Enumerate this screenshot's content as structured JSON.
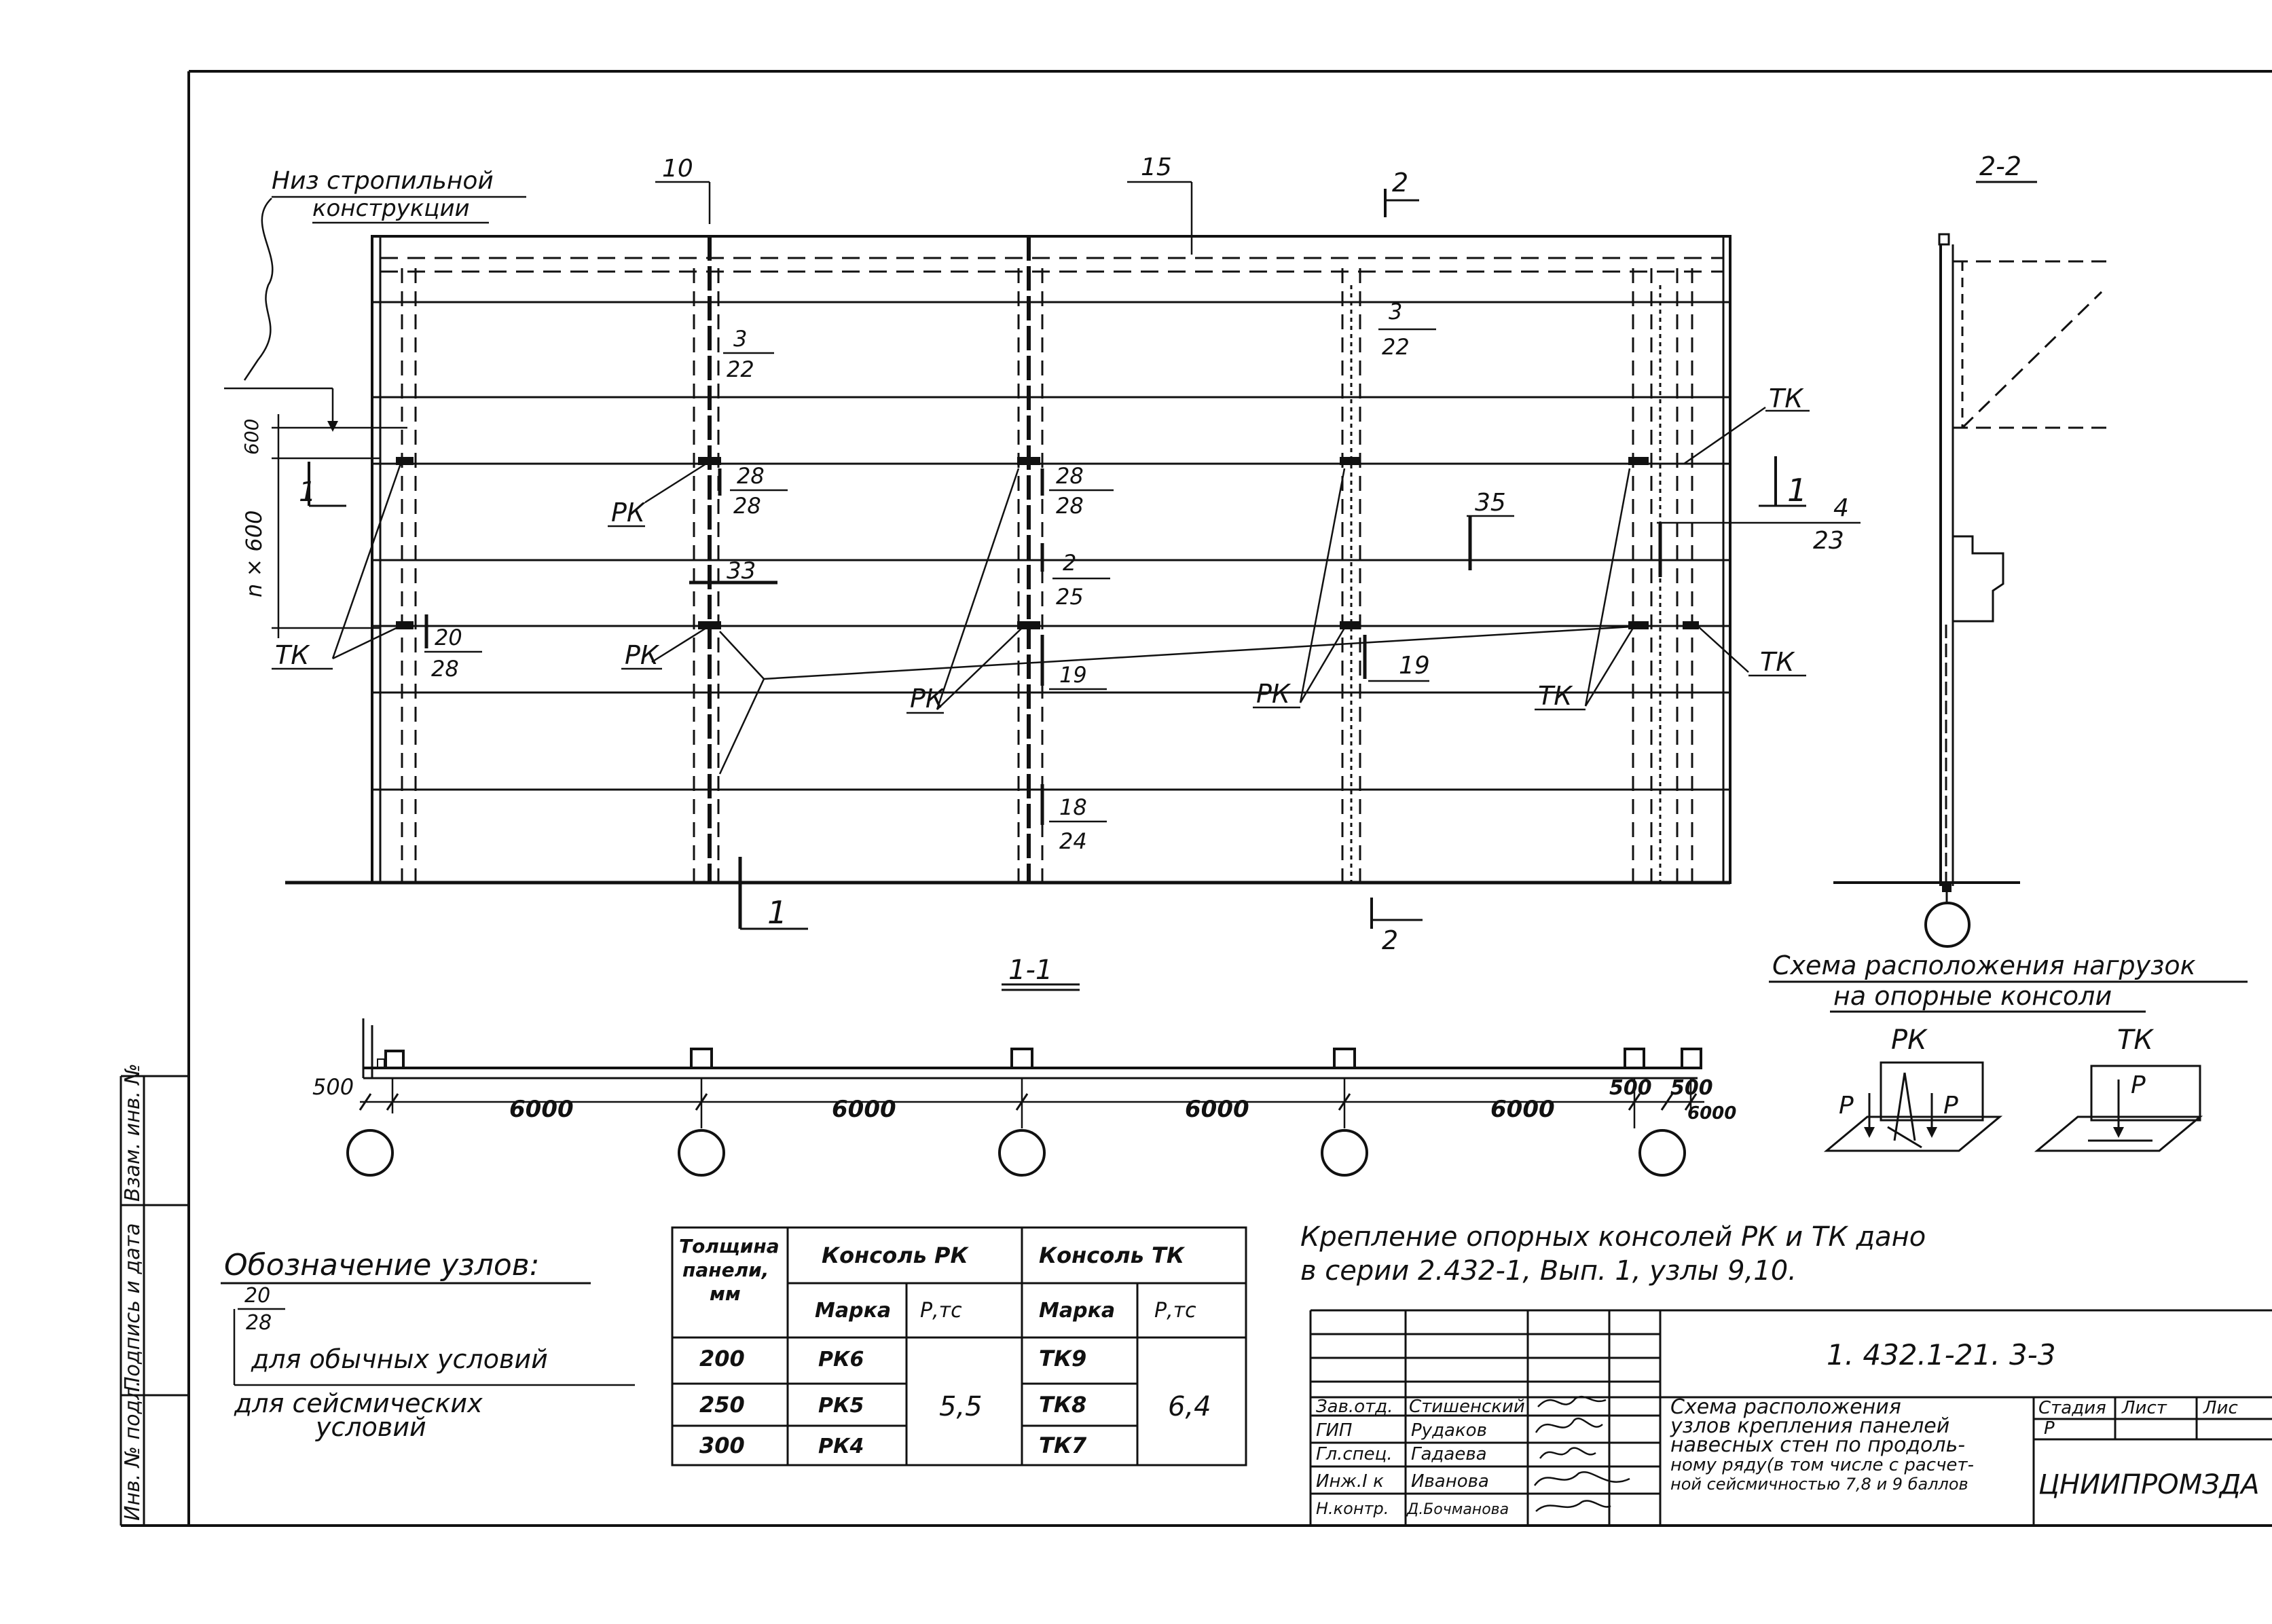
{
  "elevation": {
    "annotation_lines": [
      "Низ стропильной",
      "конструкции"
    ],
    "section_marks": {
      "s11_top": "1",
      "s11_bottom": "1",
      "s22_top": "2",
      "s22_bottom": "2",
      "s11_right": "1"
    },
    "dims": {
      "d600": "600",
      "dn600": "n × 600"
    },
    "markers": {
      "m10": "10",
      "m15": "15",
      "m35": "35",
      "m33": "33",
      "m19": "19"
    },
    "nodes": {
      "n3_22a": {
        "num": "3",
        "den": "22"
      },
      "n3_22b": {
        "num": "3",
        "den": "22"
      },
      "n28_28a": {
        "num": "28",
        "den": "28"
      },
      "n28_28b": {
        "num": "28",
        "den": "28"
      },
      "n2_25": {
        "num": "2",
        "den": "25"
      },
      "n20_28": {
        "num": "20",
        "den": "28"
      },
      "n4_23": {
        "num": "4",
        "den": "23"
      },
      "n19": {
        "num": "19",
        "den": ""
      },
      "n18_24": {
        "num": "18",
        "den": "24"
      }
    },
    "console_labels": {
      "rk": "РК",
      "tk": "ТК"
    }
  },
  "section22": {
    "title": "2-2"
  },
  "section11": {
    "title": "1-1",
    "dims": [
      "500",
      "6000",
      "6000",
      "6000",
      "6000",
      "500",
      "500",
      "6000"
    ]
  },
  "load_scheme": {
    "title_lines": [
      "Схема расположения нагрузок",
      "на опорные консоли"
    ],
    "rk_label": "РК",
    "tk_label": "ТК",
    "p": "P"
  },
  "legend": {
    "title": "Обозначение узлов:",
    "num": "20",
    "den": "28",
    "normal": "для обычных условий",
    "seismic_lines": [
      "для сейсмических",
      "условий"
    ]
  },
  "table": {
    "headers": {
      "thickness": [
        "Толщина",
        "панели,",
        "мм"
      ],
      "console_rk": "Консоль РК",
      "console_tk": "Консоль ТК",
      "brand": "Марка",
      "p_tc": "Р,тс"
    },
    "rows": [
      {
        "thickness": "200",
        "rk": "РК6",
        "tk": "ТК9"
      },
      {
        "thickness": "250",
        "rk": "РК5",
        "tk": "ТК8"
      },
      {
        "thickness": "300",
        "rk": "РК4",
        "tk": "ТК7"
      }
    ],
    "p_rk": "5,5",
    "p_tk": "6,4"
  },
  "note": [
    "Крепление опорных консолей РК и ТК дано",
    "в серии 2.432-1, Вып. 1, узлы 9,10."
  ],
  "title_block": {
    "code": "1. 432.1-21. 3-3",
    "description": [
      "Схема расположения",
      "узлов крепления панелей",
      "навесных стен по продоль-",
      "ному ряду(в том числе с расчет-",
      "ной сейсмичностью 7,8 и 9 баллов"
    ],
    "stage_label": "Стадия",
    "sheet_label": "Лист",
    "sheets_label": "Лис",
    "stage": "Р",
    "org": "ЦНИИПРОМЗДА",
    "roles": [
      "Зав.отд.",
      "ГИП",
      "Гл.спец.",
      "Инж.I к",
      "Н.контр."
    ],
    "names": [
      "Стишенский",
      "Рудаков",
      "Гадаева",
      "Иванова",
      "Д.Бочманова"
    ]
  },
  "side_stamp": [
    "Взам. инв. №",
    "Подпись и дата",
    "Инв. № подл."
  ]
}
